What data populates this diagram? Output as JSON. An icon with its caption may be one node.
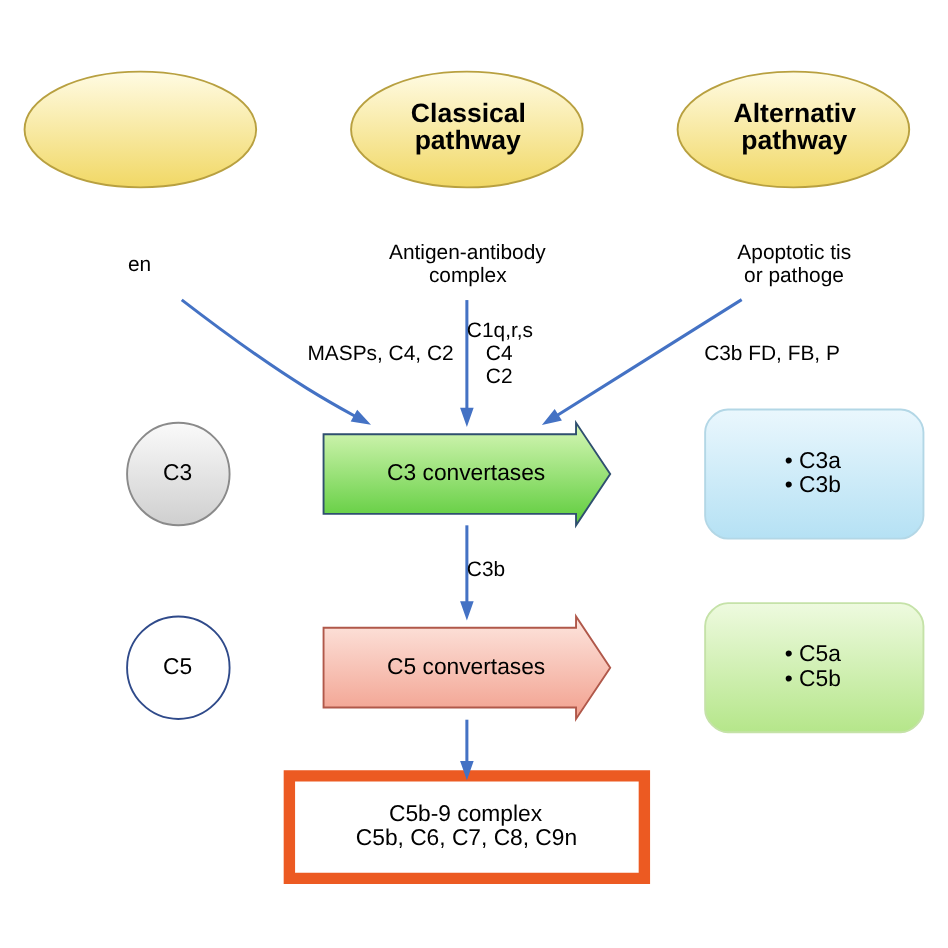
{
  "diagram": {
    "nodes": [
      {
        "text": [],
        "shape": "ellipse"
      },
      {
        "text": [
          "Classical pathway"
        ]
      },
      {
        "text": [
          "Alternativ pathway"
        ]
      },
      {
        "text": [
          "en"
        ]
      },
      {
        "text": [
          "Antigen-antibody complex"
        ]
      },
      {
        "text": [
          "Apoptotic tis or pathoge"
        ]
      },
      {
        "text": [
          "C3"
        ]
      },
      {
        "text": [
          "C3 convertases"
        ]
      },
      {
        "text": [
          "• C3a",
          "• C3b"
        ]
      },
      {
        "text": [
          "C5"
        ]
      },
      {
        "text": [
          "C5 convertases"
        ]
      },
      {
        "text": [
          "• C5a",
          "• C5b"
        ]
      },
      {
        "text": [
          "C5b-9 complex",
          "C5b, C6, C7, C8, C9n"
        ]
      }
    ],
    "edges": [
      {
        "from": 3,
        "to": 7,
        "label": "MASPs, C4, C2",
        "arrow": "to"
      },
      {
        "from": 4,
        "to": 7,
        "label": "C1q,r,s C4 C2",
        "arrow": "to"
      },
      {
        "from": 5,
        "to": 7,
        "label": "C3b FD, FB, P",
        "arrow": "to"
      },
      {
        "from": 7,
        "to": 10,
        "label": "C3b",
        "arrow": "to"
      },
      {
        "from": 10,
        "to": 12,
        "arrow": "to"
      }
    ]
  }
}
